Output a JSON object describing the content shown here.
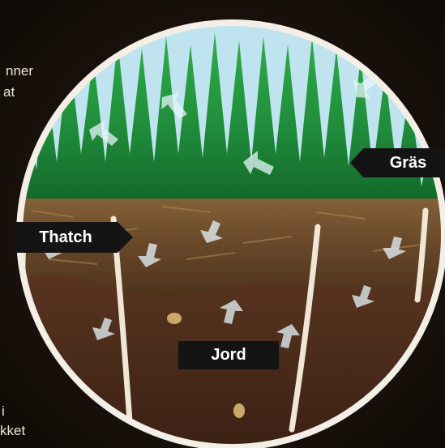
{
  "labels": {
    "grass": "Gräs",
    "thatch": "Thatch",
    "soil": "Jord"
  },
  "cropped_text": {
    "line1": "nner",
    "line2": "at",
    "line3": "i",
    "line4": "kket"
  },
  "colors": {
    "background": "#1a130d",
    "grass": "#1f8a3a",
    "thatch": "#6b4a2a",
    "soil": "#4a2a1a",
    "sky": "#bfe3ef",
    "label_bg": "#141414",
    "label_text": "#ffffff",
    "circle_border": "#f4efe6"
  }
}
